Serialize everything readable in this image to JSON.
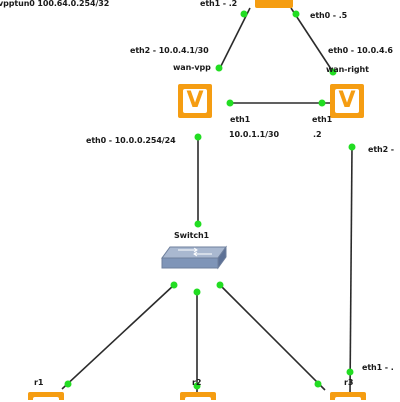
{
  "labels": {
    "vpptun0": "vpptun0 100.64.0.254/32",
    "eth1_top": "eth1 - .2",
    "eth0_top_right": "eth0 - .5",
    "eth2_wanvpp": "eth2 - 10.0.4.1/30",
    "eth0_wanright": "eth0 - 10.0.4.6",
    "wan_vpp": "wan-vpp",
    "wan_right": "wan-right",
    "eth1_wanvpp": "eth1",
    "eth1_wanvpp_ip": "10.0.1.1/30",
    "eth1_wanright": "eth1",
    "eth1_wanright_ip": ".2",
    "eth0_wanvpp": "eth0 - 10.0.0.254/24",
    "eth2_wanright": "eth2 -",
    "switch1": "Switch1",
    "r1": "r1",
    "r2": "r2",
    "r3": "r3",
    "eth1_r3": "eth1 - ."
  },
  "icons": {
    "router_glyph": "V",
    "router_color": "#f59d12",
    "link_color": "#2b2b2b",
    "port_color": "#22dd22",
    "switch_color": "#7f95b8"
  }
}
